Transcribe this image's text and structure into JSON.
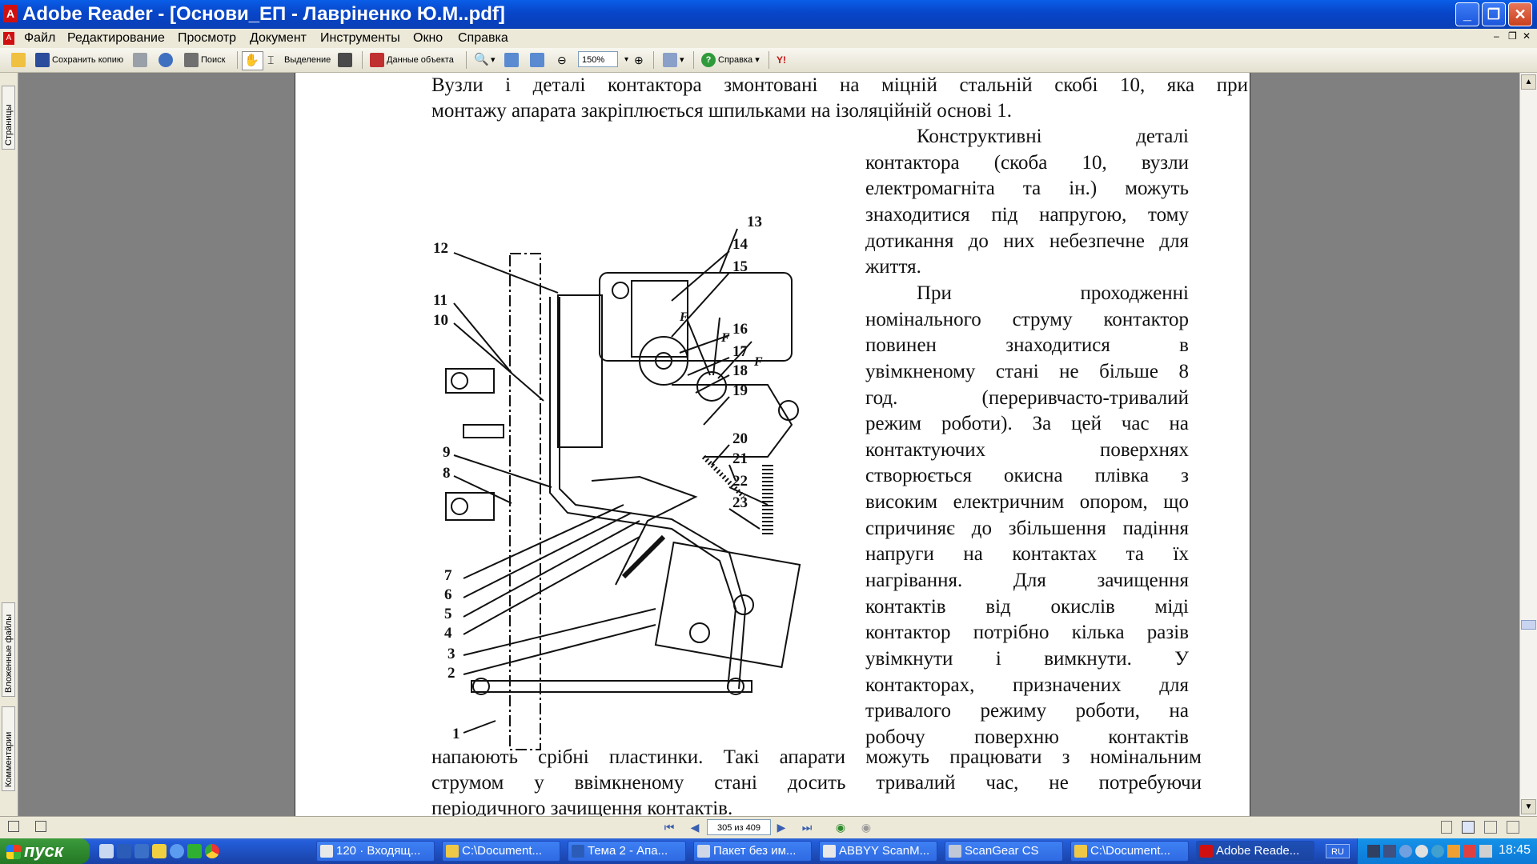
{
  "window": {
    "title": "Adobe Reader - [Основи_ЕП - Лавріненко Ю.М..pdf]",
    "app_icon": "pdf-icon"
  },
  "menu": [
    "Файл",
    "Редактирование",
    "Просмотр",
    "Документ",
    "Инструменты",
    "Окно",
    "Справка"
  ],
  "toolbar": {
    "save_copy": "Сохранить копию",
    "search": "Поиск",
    "select": "Выделение",
    "object_data": "Данные объекта",
    "zoom": "150%",
    "help": "Справка"
  },
  "left_tabs": [
    "Страницы",
    "Вложенные файлы",
    "Комментарии"
  ],
  "document": {
    "para1_line1": "Вузли і деталі контактора змонтовані на міцній стальній скобі 10, яка при",
    "para1_line2": "монтажу апарата закріплюється шпильками на ізоляційній основі 1.",
    "right_column": [
      "Конструктивні деталі",
      "контактора (скоба 10, вузли",
      "електромагніта та ін.) можуть",
      "знаходитися під напругою, тому",
      "дотикання до них небезпечне для",
      "життя.",
      "При проходженні",
      "номінального струму контактор",
      "повинен знаходитися в",
      "увімкненому стані не більше 8",
      "год. (переривчасто-тривалий",
      "режим роботи). За цей час на",
      "контактуючих поверхнях",
      "створюється окисна плівка з",
      "високим електричним опором, що",
      "спричиняє до збільшення падіння",
      "напруги на контактах та їх",
      "нагрівання. Для зачищення",
      "контактів від окислів міді",
      "контактор потрібно кілька разів",
      "увімкнути і вимкнути. У",
      "контакторах, призначених для",
      "тривалого режиму роботи, на",
      "робочу поверхню контактів"
    ],
    "bottom_lines": [
      "напаюють срібні пластинки. Такі апарати можуть працювати з номінальним",
      "струмом у ввімкненому стані досить тривалий час, не потребуючи",
      "періодичного зачищення контактів."
    ],
    "figure_labels": [
      "13",
      "14",
      "15",
      "16",
      "17",
      "18",
      "19",
      "20",
      "21",
      "22",
      "23",
      "12",
      "11",
      "10",
      "9",
      "8",
      "7",
      "6",
      "5",
      "4",
      "3",
      "2",
      "1"
    ],
    "force_labels": [
      "F",
      "F",
      "F"
    ]
  },
  "status": {
    "page": "305 из 409"
  },
  "taskbar": {
    "start": "пуск",
    "tasks": [
      "120 · Входящ...",
      "C:\\Document...",
      "Тема 2 - Апа...",
      "Пакет без им...",
      "ABBYY ScanM...",
      "ScanGear CS",
      "C:\\Document...",
      "Adobe Reade..."
    ],
    "lang": "RU",
    "clock": "18:45"
  }
}
